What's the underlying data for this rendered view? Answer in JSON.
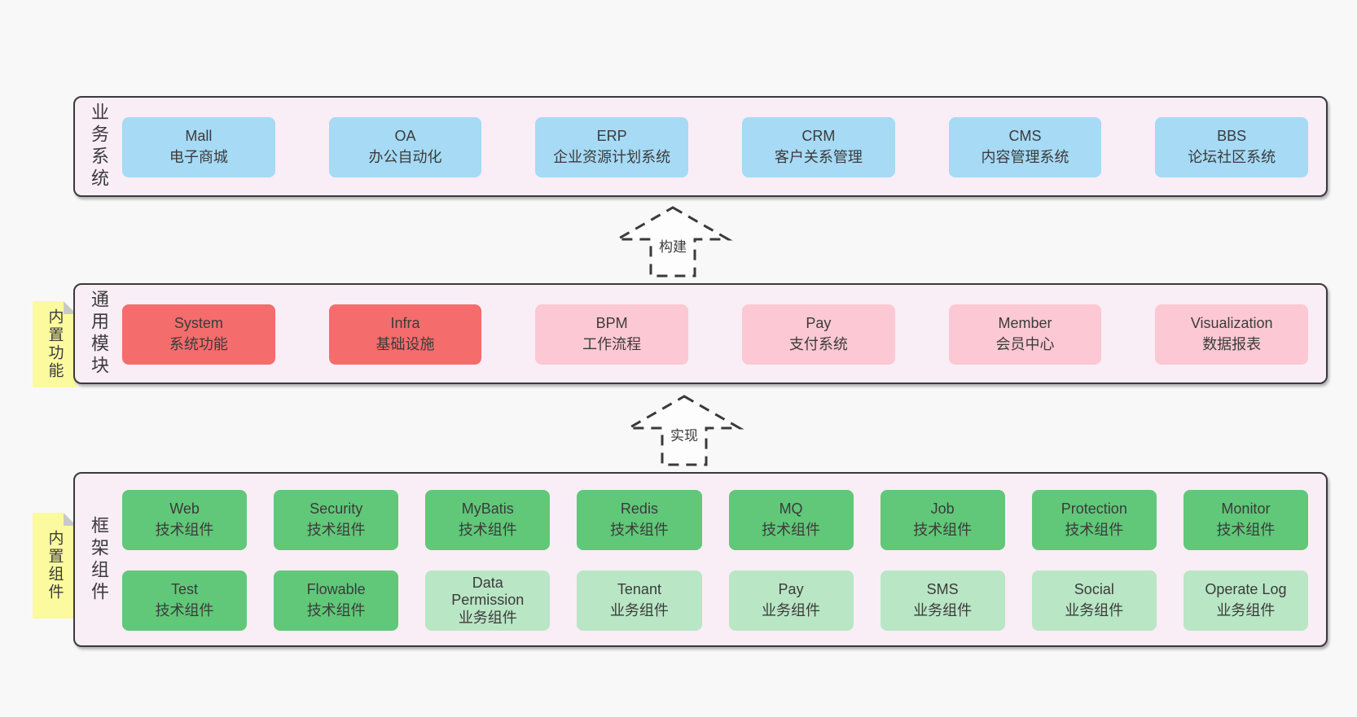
{
  "palette": {
    "page_bg": "#f8f8f8",
    "band_bg": "#f9edf6",
    "band_border": "#3a3a3a",
    "blue": "#a6daf5",
    "red": "#f56c6c",
    "pink": "#fcc8d3",
    "green": "#60c878",
    "light_green": "#b9e6c5",
    "note_yellow": "#fbfa9e",
    "note_fold": "#c9c9c9",
    "text": "#3b3b3b"
  },
  "bands": [
    {
      "label": "业务系统",
      "boxes": [
        {
          "title": "Mall",
          "subtitle": "电子商城"
        },
        {
          "title": "OA",
          "subtitle": "办公自动化"
        },
        {
          "title": "ERP",
          "subtitle": "企业资源计划系统"
        },
        {
          "title": "CRM",
          "subtitle": "客户关系管理"
        },
        {
          "title": "CMS",
          "subtitle": "内容管理系统"
        },
        {
          "title": "BBS",
          "subtitle": "论坛社区系统"
        }
      ]
    },
    {
      "label": "通用模块",
      "note": "内置功能",
      "boxes": [
        {
          "title": "System",
          "subtitle": "系统功能"
        },
        {
          "title": "Infra",
          "subtitle": "基础设施"
        },
        {
          "title": "BPM",
          "subtitle": "工作流程"
        },
        {
          "title": "Pay",
          "subtitle": "支付系统"
        },
        {
          "title": "Member",
          "subtitle": "会员中心"
        },
        {
          "title": "Visualization",
          "subtitle": "数据报表"
        }
      ]
    },
    {
      "label": "框架组件",
      "note": "内置组件",
      "rows": [
        [
          {
            "title": "Web",
            "subtitle": "技术组件"
          },
          {
            "title": "Security",
            "subtitle": "技术组件"
          },
          {
            "title": "MyBatis",
            "subtitle": "技术组件"
          },
          {
            "title": "Redis",
            "subtitle": "技术组件"
          },
          {
            "title": "MQ",
            "subtitle": "技术组件"
          },
          {
            "title": "Job",
            "subtitle": "技术组件"
          },
          {
            "title": "Protection",
            "subtitle": "技术组件"
          },
          {
            "title": "Monitor",
            "subtitle": "技术组件"
          }
        ],
        [
          {
            "title": "Test",
            "subtitle": "技术组件"
          },
          {
            "title": "Flowable",
            "subtitle": "技术组件"
          },
          {
            "title": "Data Permission",
            "subtitle": "业务组件"
          },
          {
            "title": "Tenant",
            "subtitle": "业务组件"
          },
          {
            "title": "Pay",
            "subtitle": "业务组件"
          },
          {
            "title": "SMS",
            "subtitle": "业务组件"
          },
          {
            "title": "Social",
            "subtitle": "业务组件"
          },
          {
            "title": "Operate Log",
            "subtitle": "业务组件"
          }
        ]
      ]
    }
  ],
  "arrows": [
    {
      "label": "构建"
    },
    {
      "label": "实现"
    }
  ]
}
